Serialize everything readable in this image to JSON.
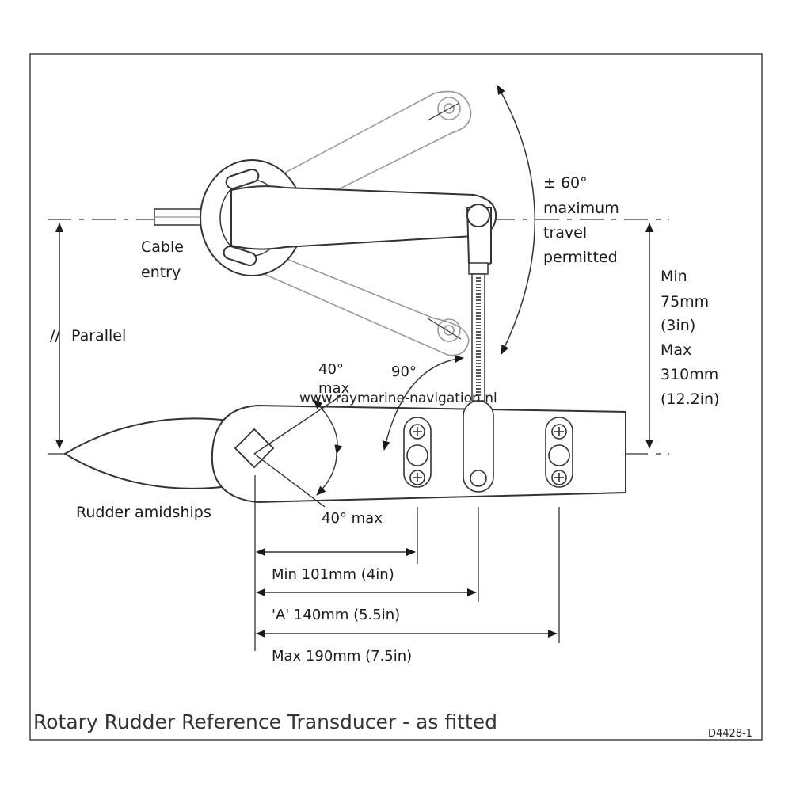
{
  "title": "Rotary Rudder Reference Transducer - as fitted",
  "drawing_code": "D4428-1",
  "watermark": "www.raymarine-navigation.nl",
  "labels": {
    "cable_entry_1": "Cable",
    "cable_entry_2": "entry",
    "parallel": "Parallel",
    "parallel_symbol": "//",
    "rudder_amidships": "Rudder amidships",
    "travel_1": "± 60°",
    "travel_2": "maximum",
    "travel_3": "travel",
    "travel_4": "permitted",
    "range_1": "Min",
    "range_2": "75mm",
    "range_3": "(3in)",
    "range_4": "Max",
    "range_5": "310mm",
    "range_6": "(12.2in)",
    "angle_top_1": "40°",
    "angle_top_2": "max",
    "angle_90": "90°",
    "angle_bottom": "40° max",
    "dim_min": "Min 101mm (4in)",
    "dim_a": "'A' 140mm (5.5in)",
    "dim_max": "Max 190mm (7.5in)"
  }
}
